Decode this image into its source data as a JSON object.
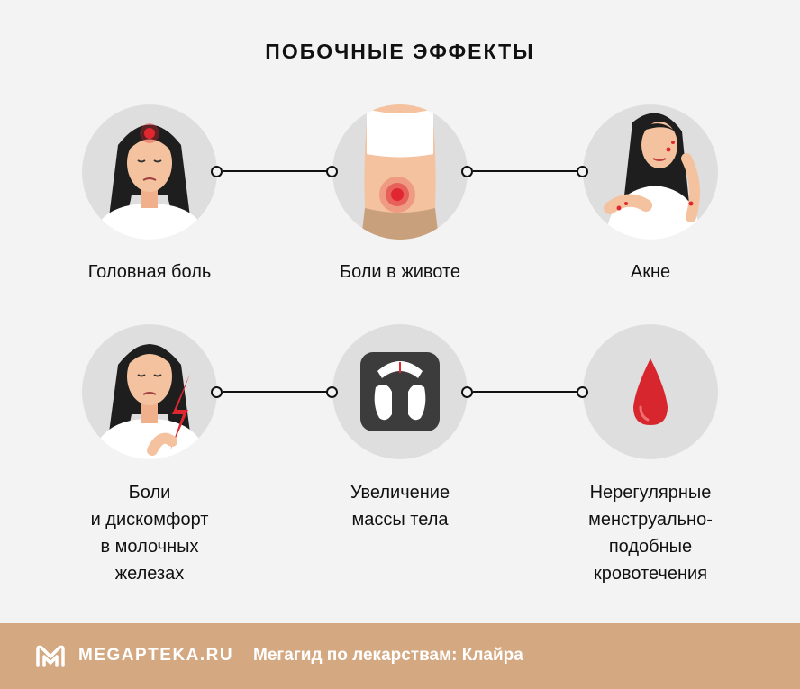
{
  "title": "ПОБОЧНЫЕ ЭФФЕКТЫ",
  "effects": [
    {
      "label": "Головная боль",
      "icon": "headache-woman-icon"
    },
    {
      "label": "Боли в животе",
      "icon": "abdominal-pain-icon"
    },
    {
      "label": "Акне",
      "icon": "acne-woman-icon"
    },
    {
      "label": "Боли\nи дискомфорт\nв молочных\nжелезах",
      "icon": "breast-pain-woman-icon"
    },
    {
      "label": "Увеличение\nмассы тела",
      "icon": "bathroom-scale-icon"
    },
    {
      "label": "Нерегулярные\nменструально-\nподобные\nкровотечения",
      "icon": "blood-drop-icon"
    }
  ],
  "footer": {
    "brand": "MEGAPTEKA.RU",
    "slogan": "Мегагид по лекарствам: Клайра"
  },
  "colors": {
    "background": "#f3f3f3",
    "circle": "#dedede",
    "footer": "#d4a881",
    "accent_red": "#e0262f"
  }
}
